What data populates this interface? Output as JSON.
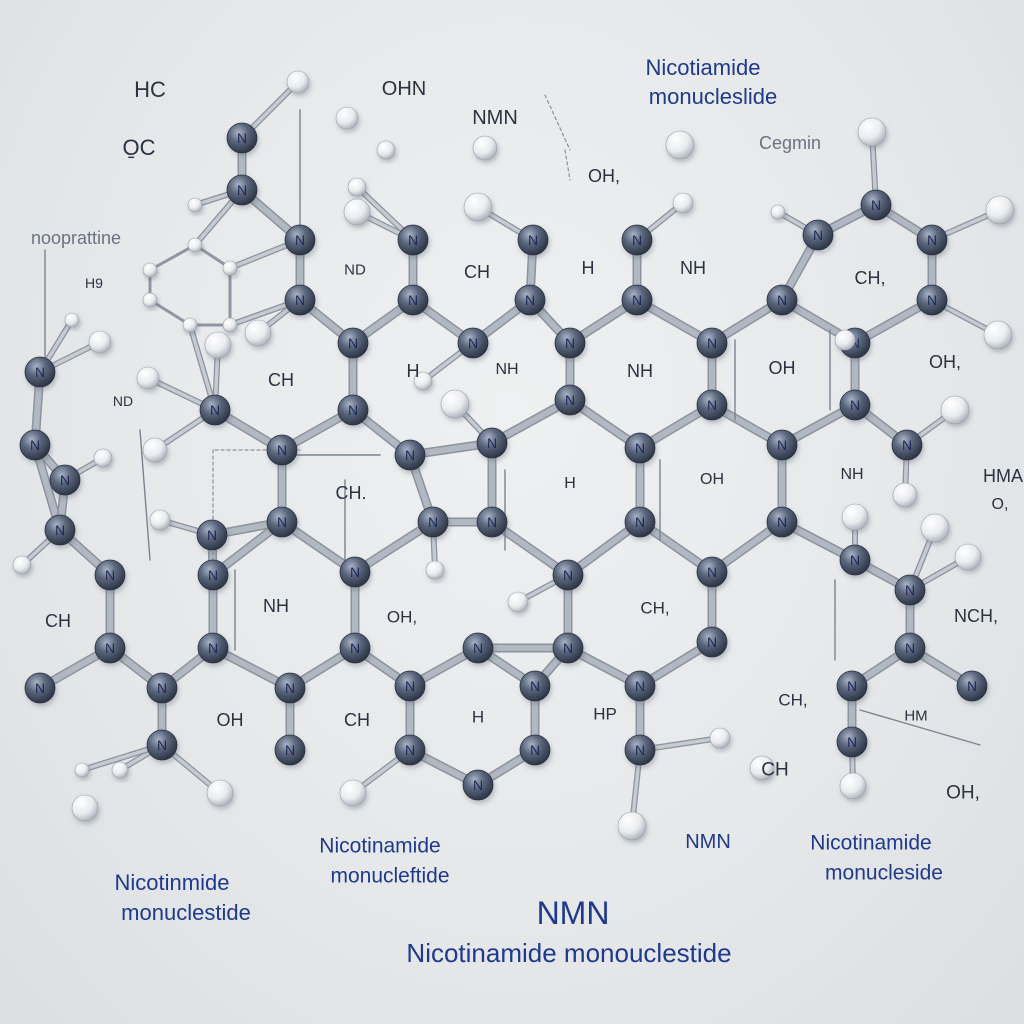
{
  "colors": {
    "background": "#e6e8ea",
    "nitrogen_atom": "#4a5468",
    "hydrogen_atom": "#f2f3f5",
    "bond": "#aab1bb",
    "label_navy": "#1f3a8a",
    "label_dark": "#2b3340",
    "label_grey": "#6b7380"
  },
  "atom_letter": "N",
  "labels": {
    "top_title_line1": "Nicotiamide",
    "top_title_line2": "monucleslide",
    "top_left_hc": "HC",
    "top_left_oc": "O̱C",
    "top_ohn": "OHN",
    "top_nmn": "NMN",
    "top_cegmin": "Cegmin",
    "left_nooprattine": "nooprattine",
    "left_h9": "H9",
    "left_nd": "ND",
    "row1_nd": "ND",
    "row1_ch": "CH",
    "row1_h": "H",
    "row1_nh": "NH",
    "row1_oh": "OH,",
    "row1_ch2": "CH,",
    "row2_ch": "CH",
    "row2_h": "H",
    "row2_nh": "NH",
    "row2_nh2": "NH",
    "row2_oh": "OH",
    "row2_oh2": "OH,",
    "row3_ch": "CH.",
    "row3_h": "H",
    "row3_oh": "OH",
    "row3_nh": "NH",
    "row3_hma": "HMA",
    "row3_o": "O,",
    "row4_ch": "CH",
    "row4_nh": "NH",
    "row4_oh": "OH,",
    "row4_ch2": "CH,",
    "row4_nch": "NCH,",
    "row5_oh": "OH",
    "row5_ch": "CH",
    "row5_h": "H",
    "row5_hp": "HP",
    "row5_ch2": "CH,",
    "row5_hm": "HM",
    "row6_ch": "CH",
    "row6_oh": "OH,",
    "bottom_left_line1": "Nicotinmide",
    "bottom_left_line2": "monuclestide",
    "bottom_mid_line1": "Nicotinamide",
    "bottom_mid_line2": "monucleftide",
    "bottom_nmn_small": "NMN",
    "bottom_right_line1": "Nicotinamide",
    "bottom_right_line2": "monucleside",
    "main_title": "NMN",
    "main_subtitle": "Nicotinamide monouclestide"
  }
}
